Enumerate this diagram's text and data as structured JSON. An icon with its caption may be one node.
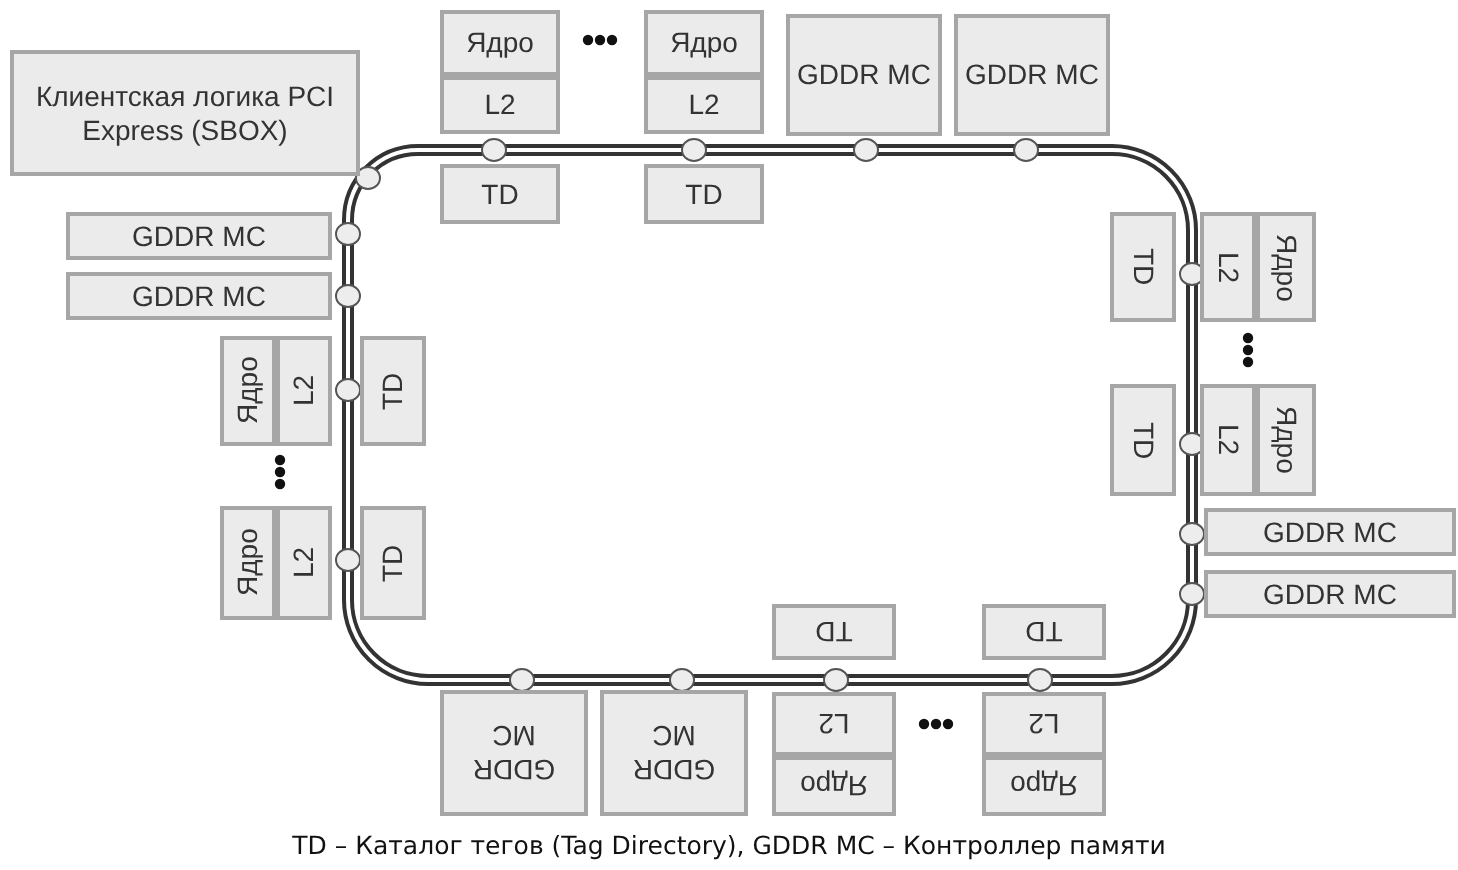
{
  "diagram": {
    "caption": "TD – Каталог тегов (Tag Directory), GDDR MC – Контроллер памяти",
    "nodes": [
      {
        "text": [
          "Клиентская логика PCI Express (SBOX)"
        ]
      },
      {
        "text": [
          "Ядро"
        ]
      },
      {
        "text": [
          "L2"
        ]
      },
      {
        "text": [
          "TD"
        ]
      },
      {
        "text": [
          "Ядро"
        ]
      },
      {
        "text": [
          "L2"
        ]
      },
      {
        "text": [
          "TD"
        ]
      },
      {
        "text": [
          "GDDR MC"
        ]
      },
      {
        "text": [
          "GDDR MC"
        ]
      },
      {
        "text": [
          "GDDR MC"
        ]
      },
      {
        "text": [
          "GDDR MC"
        ]
      },
      {
        "text": [
          "TD"
        ]
      },
      {
        "text": [
          "L2"
        ]
      },
      {
        "text": [
          "Ядро"
        ]
      },
      {
        "text": [
          "Ядро"
        ]
      },
      {
        "text": [
          "L2"
        ]
      },
      {
        "text": [
          "TD"
        ]
      },
      {
        "text": [
          "TD"
        ]
      },
      {
        "text": [
          "L2"
        ]
      },
      {
        "text": [
          "Ядро"
        ]
      },
      {
        "text": [
          "GDDR MC"
        ]
      },
      {
        "text": [
          "GDDR MC"
        ]
      },
      {
        "text": [
          "Ядро"
        ]
      },
      {
        "text": [
          "L2"
        ]
      },
      {
        "text": [
          "TD"
        ]
      },
      {
        "text": [
          "TD"
        ]
      },
      {
        "text": [
          "TD"
        ]
      },
      {
        "text": [
          "GDDR MC"
        ]
      },
      {
        "text": [
          "GDDR MC"
        ]
      },
      {
        "text": [
          "L2"
        ]
      },
      {
        "text": [
          "Ядро"
        ]
      },
      {
        "text": [
          "L2"
        ]
      },
      {
        "text": [
          "Ядро"
        ]
      }
    ]
  }
}
